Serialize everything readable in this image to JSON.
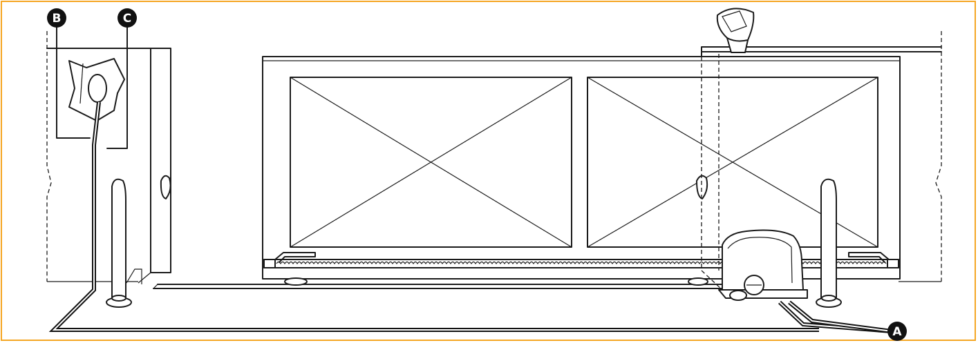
{
  "callouts": {
    "a": "A",
    "b": "B",
    "c": "C"
  },
  "colors": {
    "frame": "#f5a623",
    "line": "#1a1a1a",
    "badge": "#111111"
  }
}
